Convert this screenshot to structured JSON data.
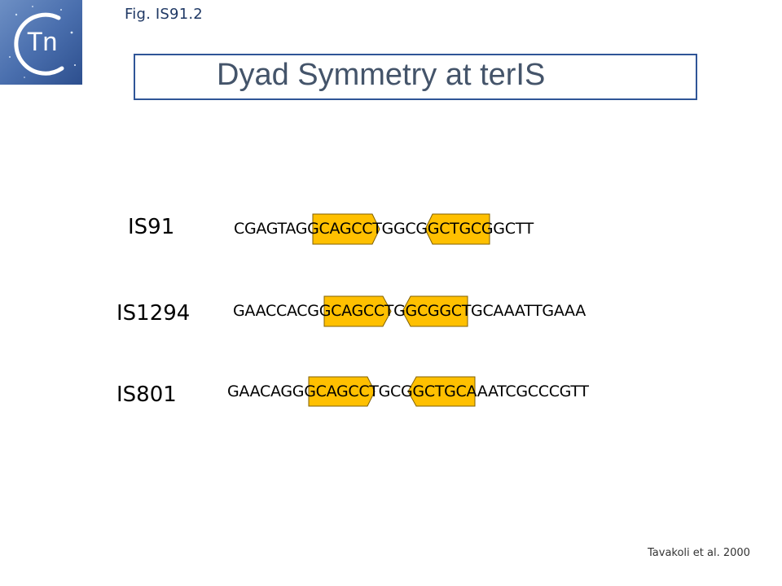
{
  "figure_label": "Fig. IS91.2",
  "logo": {
    "text": "Tn",
    "icon": "ctn-logo-icon"
  },
  "title": "Dyad Symmetry at terIS",
  "rows": [
    {
      "label": "IS91",
      "sequence": "CGAGTAGGCAGCCTGGCGGCTGCGGCTT"
    },
    {
      "label": "IS1294",
      "sequence": "GAACCACGGCAGCCTGGCGGCTGCAAATTGAAA"
    },
    {
      "label": "IS801",
      "sequence": "GAACAGGGCAGCCTGCGGCTGCAAATCGCCCGTT"
    }
  ],
  "colors": {
    "arrow_fill": "#ffc000",
    "arrow_stroke": "#806000",
    "title_border": "#2f5597",
    "title_text": "#44546a"
  },
  "citation": "Tavakoli et al. 2000"
}
